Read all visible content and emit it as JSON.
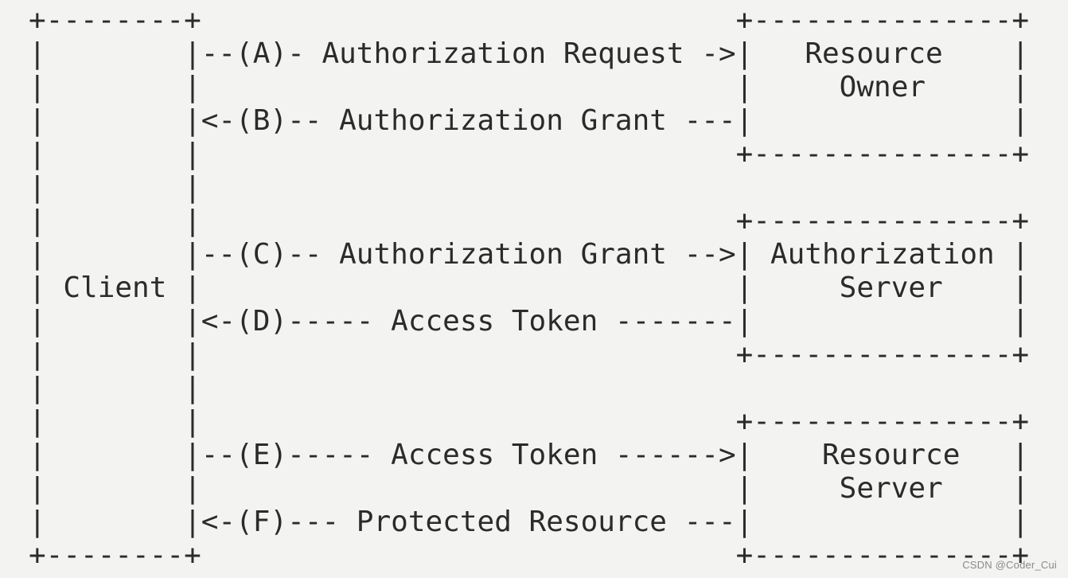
{
  "diagram": {
    "lines": [
      "+--------+                               +---------------+",
      "|        |--(A)- Authorization Request ->|   Resource    |",
      "|        |                               |     Owner     |",
      "|        |<-(B)-- Authorization Grant ---|               |",
      "|        |                               +---------------+",
      "|        |",
      "|        |                               +---------------+",
      "|        |--(C)-- Authorization Grant -->| Authorization |",
      "| Client |                               |     Server    |",
      "|        |<-(D)----- Access Token -------|               |",
      "|        |                               +---------------+",
      "|        |",
      "|        |                               +---------------+",
      "|        |--(E)----- Access Token ------>|    Resource   |",
      "|        |                               |     Server    |",
      "|        |<-(F)--- Protected Resource ---|               |",
      "+--------+                               +---------------+"
    ]
  },
  "watermark": "CSDN @Coder_Cui"
}
